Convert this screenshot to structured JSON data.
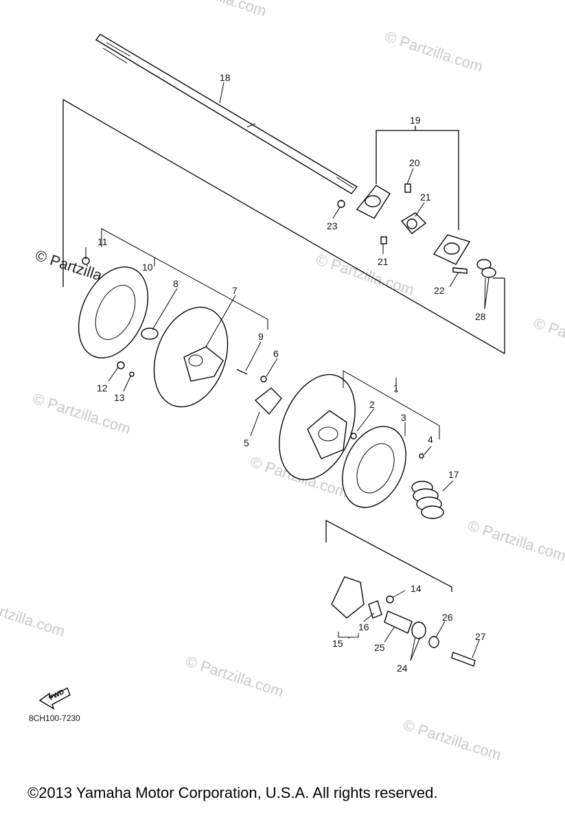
{
  "diagram": {
    "part_labels": [
      "1",
      "2",
      "3",
      "4",
      "5",
      "6",
      "7",
      "8",
      "9",
      "10",
      "11",
      "12",
      "13",
      "14",
      "15",
      "16",
      "17",
      "18",
      "19",
      "20",
      "21",
      "21",
      "22",
      "23",
      "24",
      "25",
      "26",
      "27",
      "28"
    ],
    "watermark": "© Partzilla.com",
    "diagram_code": "8CH100-7230",
    "fwd_label": "FWD",
    "copyright": "©2013 Yamaha Motor Corporation, U.S.A. All rights reserved."
  }
}
